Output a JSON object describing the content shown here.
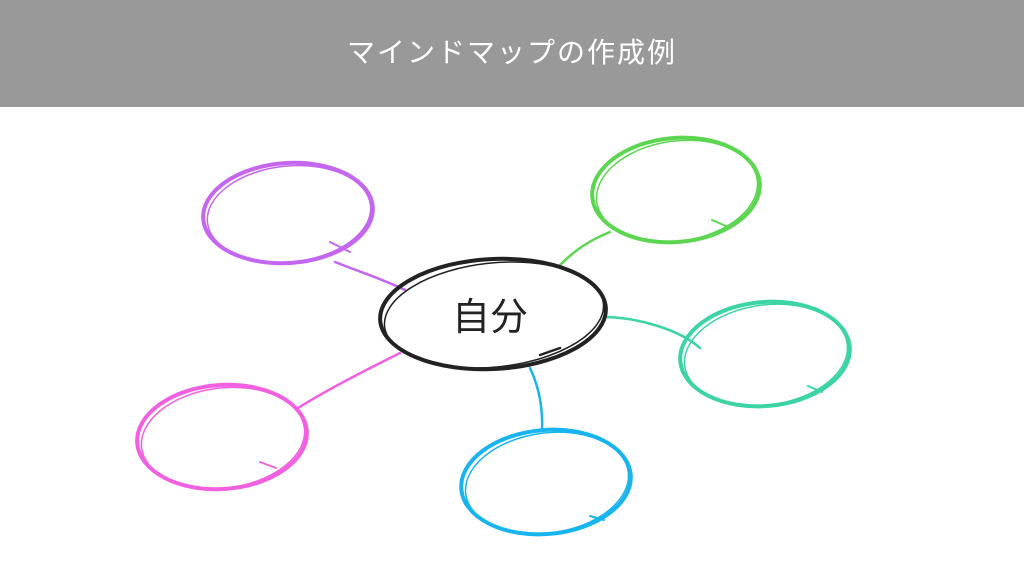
{
  "header": {
    "title": "マインドマップの作成例"
  },
  "mindmap": {
    "center": {
      "label": "自分",
      "color": "#222222"
    },
    "branches": [
      {
        "id": "top-left",
        "color": "#c466ee"
      },
      {
        "id": "bottom-left",
        "color": "#f060e0"
      },
      {
        "id": "bottom",
        "color": "#18b4ee"
      },
      {
        "id": "right",
        "color": "#3cd4a4"
      },
      {
        "id": "top-right",
        "color": "#5cd650"
      }
    ]
  }
}
